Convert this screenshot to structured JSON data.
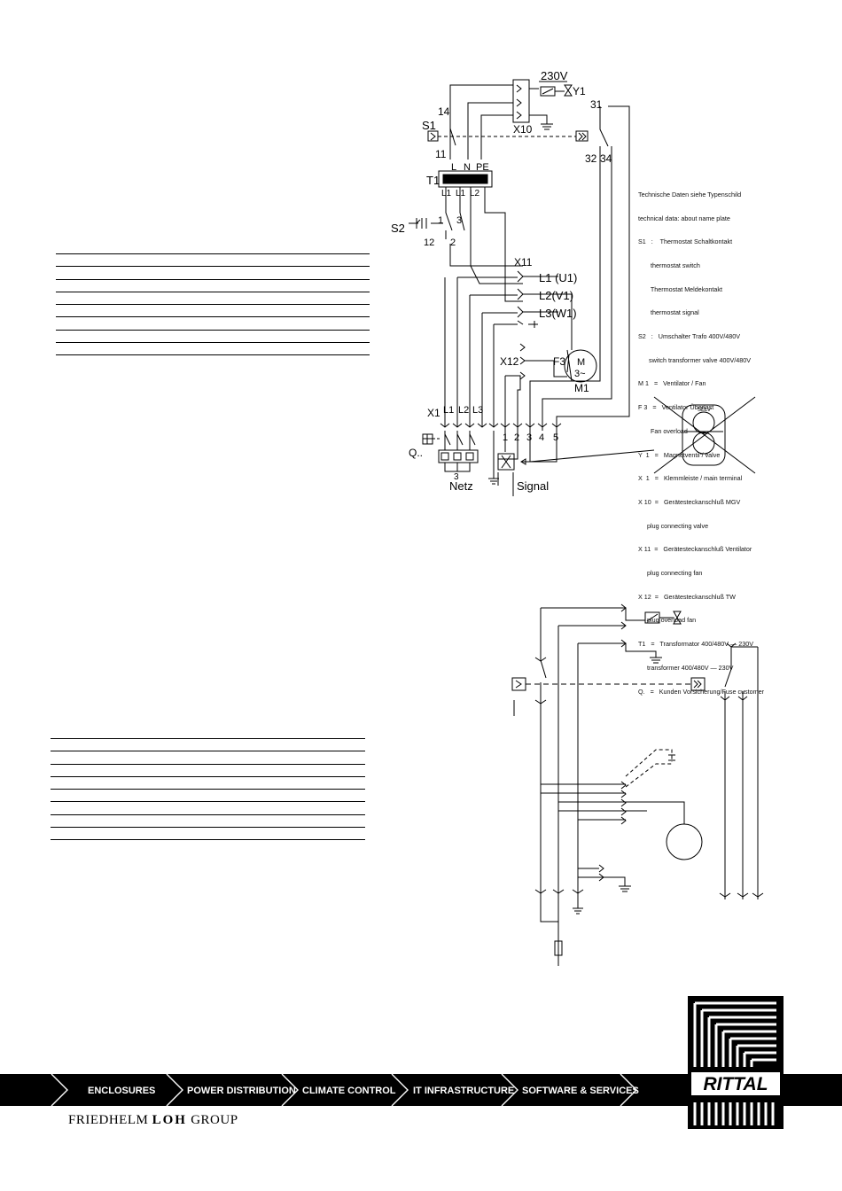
{
  "diagram_top": {
    "labels": {
      "voltage": "230V",
      "y1": "Y1",
      "n14": "14",
      "s1": "S1",
      "x10": "X10",
      "n11": "11",
      "l_top": "L",
      "n_top": "N",
      "pe_top": "PE",
      "t1": "T1",
      "t1_pins": [
        "L1",
        "L1",
        "L2"
      ],
      "n1": "1",
      "n3": "3",
      "s2": "S2",
      "n12": "12",
      "n2": "2",
      "x11": "X11",
      "u1": "L1 (U1)",
      "v1": "L2(V1)",
      "w1": "L3(W1)",
      "x12": "X12",
      "f3": "F3",
      "m": "M",
      "m3": "3~",
      "m1": "M1",
      "x1": "X1",
      "x1_pins": [
        "L1",
        "L2",
        "L3"
      ],
      "terminals": [
        "1",
        "2",
        "3",
        "4",
        "5"
      ],
      "q": "Q..",
      "n3b": "3",
      "netz": "Netz",
      "signal": "Signal",
      "n31": "31",
      "n32": "32",
      "n34": "34",
      "selv": "SELV"
    },
    "legend": [
      "Technische Daten siehe Typenschild",
      "technical data: about name plate",
      "S1   :    Thermostat Schaltkontakt",
      "       thermostat switch",
      "       Thermostat Meldekontakt",
      "       thermostat signal",
      "S2   :   Umschalter Trafo 400V/480V",
      "      switch transformer valve 400V/480V",
      "M 1   =   Ventilator / Fan",
      "F 3   =   Ventilator Überlast",
      "       Fan overload",
      "Y  1   =   Magnetventil / valve",
      "X  1   =   Klemmleiste / main terminal",
      "X 10  =   Gerätesteckanschluß MGV",
      "     plug connecting valve",
      "X 11  =   Gerätesteckanschluß Ventilator",
      "     plug connecting fan",
      "X 12  =   Gerätesteckanschluß TW",
      "     plug overload fan",
      "T1   =   Transformator 400/480V — 230V",
      "     transformer 400/480V — 230V",
      "Q.   =   Kunden Vorsicherung/Fuse customer"
    ]
  },
  "footer": {
    "segments": [
      "ENCLOSURES",
      "POWER DISTRIBUTION",
      "CLIMATE CONTROL",
      "IT INFRASTRUCTURE",
      "SOFTWARE & SERVICES"
    ],
    "brand_prefix": "FRIEDHELM",
    "brand_loh": "LOH",
    "brand_suffix": "GROUP",
    "logo_text": "RITTAL"
  },
  "colors": {
    "bar": "#000000",
    "bar_text": "#ffffff",
    "ink": "#000000"
  }
}
